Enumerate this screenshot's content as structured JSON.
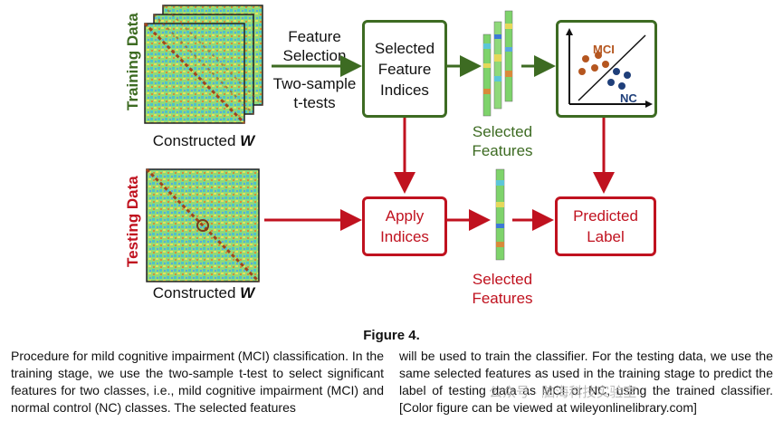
{
  "training_label": "Training Data",
  "testing_label": "Testing Data",
  "constructed_w_top": "Constructed",
  "constructed_w_bottom": "Constructed",
  "w_symbol": "W",
  "feature_selection_line1": "Feature",
  "feature_selection_line2": "Selection",
  "ttest_line1": "Two-sample",
  "ttest_line2": "t-tests",
  "selected_indices_line1": "Selected",
  "selected_indices_line2": "Feature",
  "selected_indices_line3": "Indices",
  "apply_line1": "Apply",
  "apply_line2": "Indices",
  "predicted_line1": "Predicted",
  "predicted_line2": "Label",
  "selected_features_top_line1": "Selected",
  "selected_features_top_line2": "Features",
  "selected_features_bottom_line1": "Selected",
  "selected_features_bottom_line2": "Features",
  "classifier_mci": "MCI",
  "classifier_nc": "NC",
  "figure_label": "Figure 4.",
  "caption_left": "Procedure for mild cognitive impairment (MCI) classification. In the training stage, we use the two-sample t-test to select significant features for two classes, i.e., mild cognitive impairment (MCI) and normal control (NC) classes. The selected features",
  "caption_right": "will be used to train the classifier. For the testing data, we use the same selected features as used in the training stage to predict the label of testing data as MCI or NC, using the trained classifier. [Color figure can be viewed at wileyonlinelibrary.com]",
  "watermark": "公众号 · 脑海科技实验室",
  "colors": {
    "green": "#3d6b22",
    "red": "#c0121f",
    "mci_dot": "#b5561f",
    "nc_dot": "#1f3f7a"
  }
}
